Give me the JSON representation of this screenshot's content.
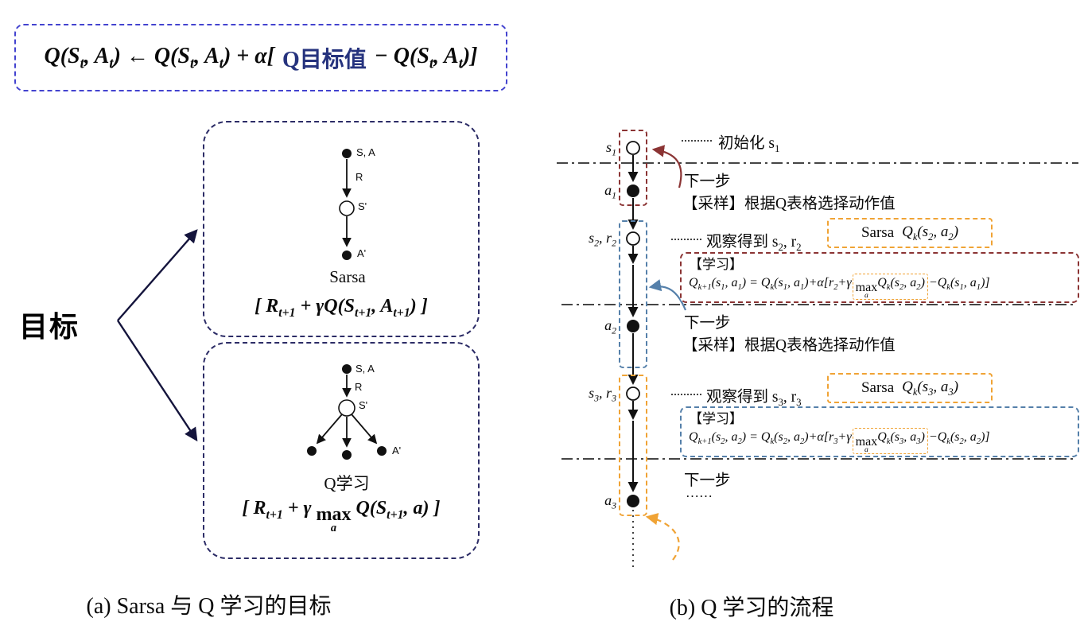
{
  "update_rule": {
    "pre": "Q(S_{t}, A_{t}) ← Q(S_{t}, A_{t}) + α[",
    "target": "Q目标值",
    "post": "− Q(S_{t}, A_{t})]"
  },
  "goal_label": "目标",
  "panel_a": {
    "sarsa": {
      "node_sa": "S, A",
      "node_r": "R",
      "node_sprime": "S'",
      "node_aprime": "A'",
      "title": "Sarsa",
      "formula": "[ R_{t+1} + γQ(S_{t+1}, A_{t+1}) ]"
    },
    "qlearning": {
      "node_sa": "S, A",
      "node_r": "R",
      "node_sprime": "S'",
      "node_aprime": "A'",
      "title": "Q学习",
      "formula": "[ R_{t+1} + γ @{max|a} Q(S_{t+1}, a) ]"
    },
    "caption": "(a) Sarsa 与 Q 学习的目标"
  },
  "flow": {
    "node_s1": "s_{1}",
    "node_a1": "a_{1}",
    "node_s2r2": "s_{2}, r_{2}",
    "node_a2": "a_{2}",
    "node_s3r3": "s_{3}, r_{3}",
    "node_a3": "a_{3}",
    "init": "初始化 s_{1}",
    "next_step": "下一步",
    "sample": "【采样】根据Q表格选择动作值",
    "observe2": "观察得到 s_{2}, r_{2}",
    "observe3": "观察得到 s_{3}, r_{3}",
    "sarsa_label": "Sarsa",
    "sarsa_q2": "Q_{k}(s_{2}, a_{2})",
    "sarsa_q3": "Q_{k}(s_{3}, a_{3})",
    "learn_label": "【学习】",
    "learn1": {
      "pre": "Q_{k+1}(s_{1}, a_{1}) = Q_{k}(s_{1}, a_{1})+α[r_{2}+γ",
      "boxed": "@{max|a}Q_{k}(s_{2}, a_{2})",
      "post": "−Q_{k}(s_{1}, a_{1})]"
    },
    "learn2": {
      "pre": "Q_{k+1}(s_{2}, a_{2}) = Q_{k}(s_{2}, a_{2})+α[r_{3}+γ",
      "boxed": "@{max|a}Q_{k}(s_{3}, a_{3})",
      "post": "−Q_{k}(s_{2}, a_{2})]"
    },
    "ellipsis": "……",
    "caption": "(b) Q 学习的流程"
  },
  "colors": {
    "update_box_border": "#4343cf",
    "panel_border": "#2c2c66",
    "highlight_red": "#8b3434",
    "highlight_blue": "#5580aa",
    "highlight_orange": "#f0a335",
    "goal_arrow": "#14143c"
  }
}
